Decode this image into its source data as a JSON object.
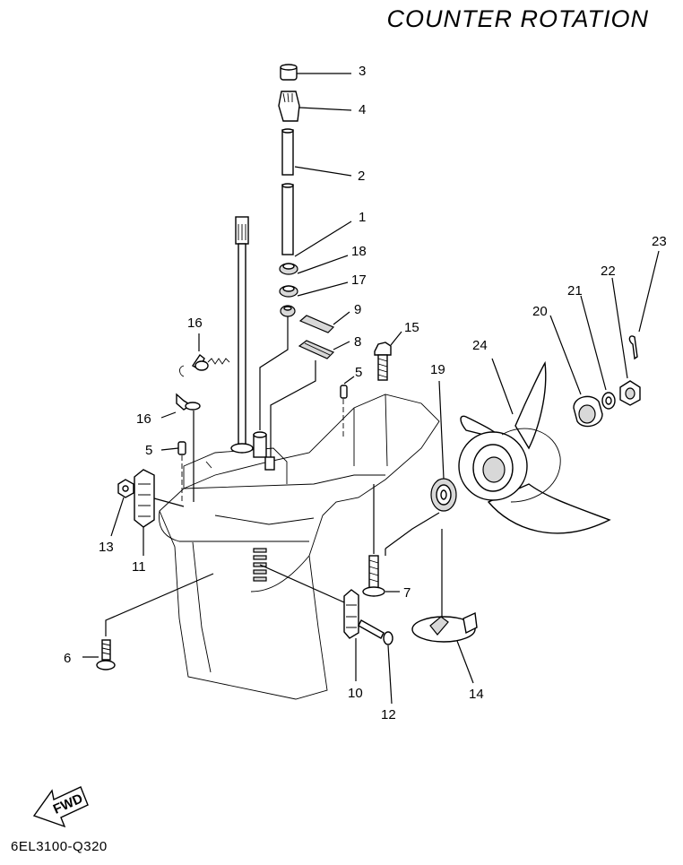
{
  "header": {
    "title": "COUNTER  ROTATION"
  },
  "footer": {
    "code": "6EL3100-Q320"
  },
  "fwd_label": "FWD",
  "callouts": {
    "c1": "1",
    "c2": "2",
    "c3": "3",
    "c4": "4",
    "c5a": "5",
    "c5b": "5",
    "c6": "6",
    "c7": "7",
    "c8": "8",
    "c9": "9",
    "c10": "10",
    "c11": "11",
    "c12": "12",
    "c13": "13",
    "c14": "14",
    "c15": "15",
    "c16a": "16",
    "c16b": "16",
    "c17": "17",
    "c18": "18",
    "c19": "19",
    "c20": "20",
    "c21": "21",
    "c22": "22",
    "c23": "23",
    "c24": "24"
  }
}
